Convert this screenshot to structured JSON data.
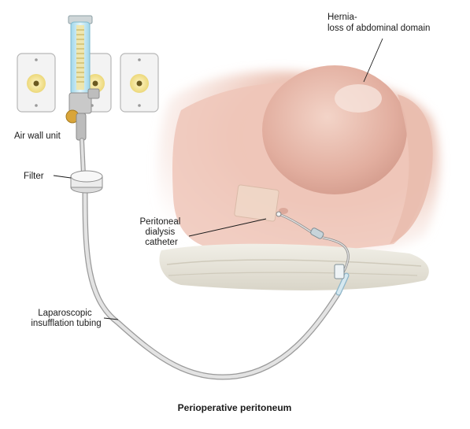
{
  "labels": {
    "hernia_line1": "Hernia-",
    "hernia_line2": "loss of abdominal domain",
    "air_wall_unit": "Air wall unit",
    "filter": "Filter",
    "catheter_line1": "Peritoneal",
    "catheter_line2": "dialysis",
    "catheter_line3": "catheter",
    "tubing_line1": "Laparoscopic",
    "tubing_line2": "insufflation tubing"
  },
  "caption": "Perioperative peritoneum",
  "colors": {
    "skin_light": "#f6ddd6",
    "skin_mid": "#e7b9ac",
    "skin_shadow": "#d39b8c",
    "sheet": "#e9e6dc",
    "tube": "#d8d8d8",
    "tube_edge": "#9a9a9a",
    "wall_plate": "#f2f2f2",
    "outlet_yellow": "#f3e39a",
    "flowmeter_blue": "#bfe6f2",
    "knob_gold": "#d9a53a"
  }
}
